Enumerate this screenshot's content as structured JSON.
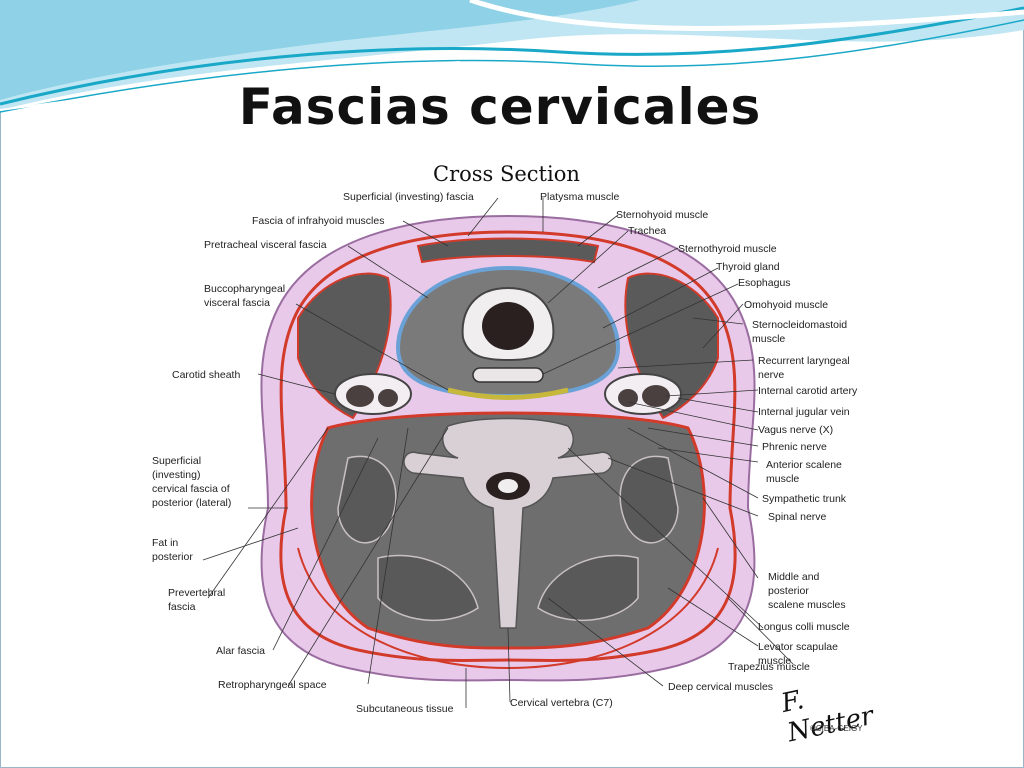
{
  "slide": {
    "title": "Fascias cervicales"
  },
  "figure": {
    "title": "Cross Section",
    "labels": {
      "superficial_investing_fascia": "Superficial (investing) fascia",
      "platysma": "Platysma muscle",
      "fascia_infrahyoid": "Fascia of infrahyoid muscles",
      "sternohyoid": "Sternohyoid muscle",
      "trachea": "Trachea",
      "pretracheal": "Pretracheal visceral fascia",
      "sternothyroid": "Sternothyroid muscle",
      "thyroid": "Thyroid gland",
      "buccopharyngeal": "Buccopharyngeal\nvisceral fascia",
      "esophagus": "Esophagus",
      "omohyoid": "Omohyoid muscle",
      "sternocleidomastoid": "Sternocleidomastoid\nmuscle",
      "carotid_sheath": "Carotid sheath",
      "recurrent_laryngeal": "Recurrent laryngeal\nnerve",
      "internal_carotid": "Internal carotid artery",
      "internal_jugular": "Internal jugular vein",
      "vagus": "Vagus nerve (X)",
      "phrenic": "Phrenic nerve",
      "anterior_scalene": "Anterior scalene\nmuscle",
      "superficial_cervical_posterior": "Superficial\n(investing)\ncervical fascia of\nposterior (lateral)",
      "sympathetic_trunk": "Sympathetic trunk",
      "spinal_nerve": "Spinal nerve",
      "fat_posterior": "Fat in\nposterior",
      "prevertebral": "Prevertebral\nfascia",
      "middle_posterior_scalene": "Middle and\nposterior\nscalene muscles",
      "longus_colli": "Longus colli muscle",
      "alar": "Alar fascia",
      "levator_scapulae": "Levator scapulae muscle",
      "trapezius": "Trapezius muscle",
      "retropharyngeal": "Retropharyngeal space",
      "deep_cervical": "Deep cervical muscles",
      "subcutaneous": "Subcutaneous tissue",
      "cervical_vertebra": "Cervical vertebra (C7)"
    },
    "signature": "F. Netter",
    "signature_sub": "©CIBA-GEIGY"
  },
  "colors": {
    "wave_dark": "#1aa8c8",
    "wave_light": "#bfe6f2",
    "skin": "#e9c9ea",
    "muscle": "#5a5a5a",
    "fascia": "#d23a2a",
    "visceral_fascia": "#6aa2d8",
    "bone": "#d9d0d6"
  }
}
